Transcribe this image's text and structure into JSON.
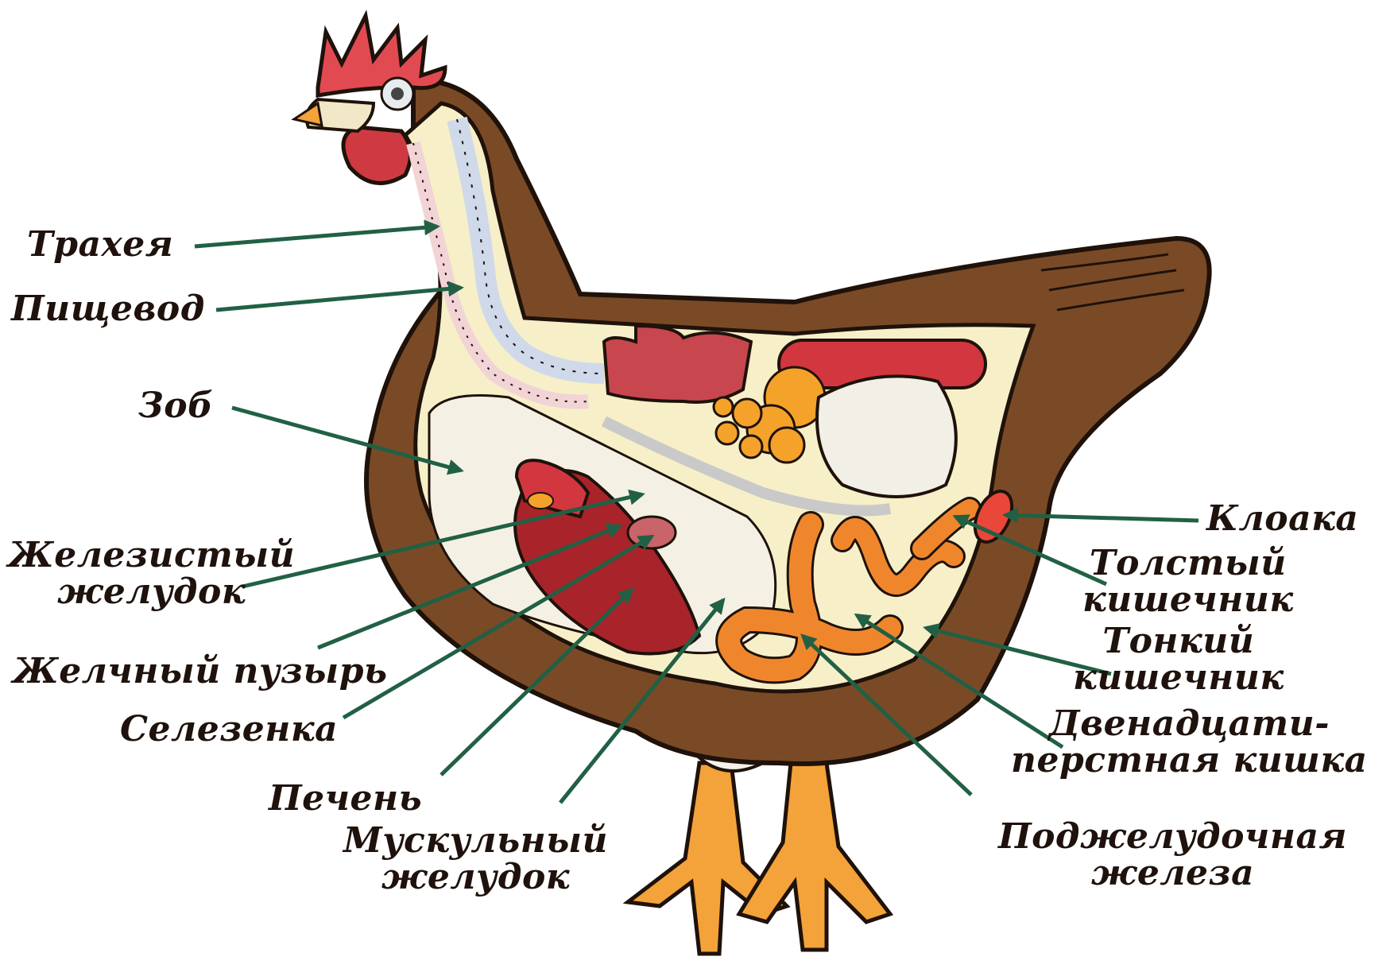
{
  "colors": {
    "feather": "#7a4a26",
    "outline": "#1e120a",
    "cavity": "#f6efc8",
    "cavity_inner": "#f4f1e4",
    "comb": "#e24a52",
    "trachea": "#f2d3d6",
    "esophagus": "#cfd9ea",
    "liver": "#a8242a",
    "gizzard": "#c23a3e",
    "intestine": "#f0862c",
    "yolk": "#f5a22a",
    "lung": "#c8464e",
    "leg": "#f4a23a",
    "arrow": "#216044",
    "text": "#1f120c"
  },
  "labels": {
    "trachea": "Трахея",
    "esophagus": "Пищевод",
    "crop": "Зоб",
    "proventriculus": [
      "Железистый",
      "желудок"
    ],
    "gallbladder": "Желчный пузырь",
    "spleen": "Селезенка",
    "liver": "Печень",
    "gizzard": [
      "Мускульный",
      "желудок"
    ],
    "cloaca": "Клоака",
    "large_intestine": [
      "Толстый",
      "кишечник"
    ],
    "small_intestine": [
      "Тонкий",
      "кишечник"
    ],
    "duodenum": [
      "Двенадцати-",
      "перстная кишка"
    ],
    "pancreas": [
      "Поджелудочная",
      "железа"
    ]
  }
}
